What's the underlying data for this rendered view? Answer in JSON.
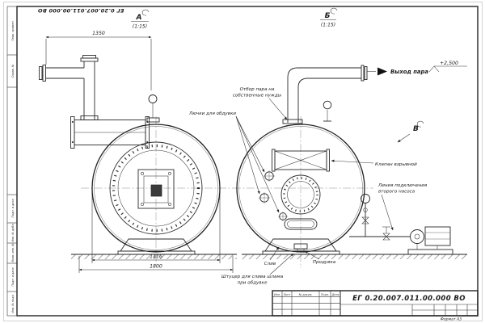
{
  "sheet": {
    "doc_number_flipped": "ЕГ 0.20.007.011.00.000  ВО"
  },
  "views": {
    "a_label": "А",
    "a_scale": "(1:15)",
    "b_label": "Б",
    "b_scale": "(1:15)",
    "v_label": "В"
  },
  "dimensions": {
    "pipe_to_center": "1350",
    "shell_width": "1416",
    "base_width": "1800",
    "steam_outlet_elevation": "+2,500"
  },
  "annotations": {
    "steam_outlet": "Выход пара",
    "own_needs_line1": "Отбор пара на",
    "own_needs_line2": "собственные нужды",
    "blow_hatches": "Лючки для обдувки",
    "explosion_valve": "Клапан взрывной",
    "second_pump_line1": "Линия подключения",
    "second_pump_line2": "второго насоса",
    "drain": "Слив",
    "blowdown": "Продувка",
    "sludge_line1": "Штуцер для слива шлама",
    "sludge_line2": "при обдувке"
  },
  "title_block": {
    "doc_number": "ЕГ 0.20.007.011.00.000  ВО",
    "col_izm": "Изм.",
    "col_list": "Лист",
    "col_doc": "№ докум.",
    "col_podp": "Подп.",
    "col_data": "Дата",
    "format_label": "Формат А3"
  },
  "margin_stamps": {
    "perv_primen": "Перв. примен.",
    "sprav_no": "Справ. №",
    "podp_data_top": "Подп. и дата",
    "inv_dubl": "Инв. № дубл.",
    "vzam_inv": "Взам. инв. №",
    "podp_data_bottom": "Подп. и дата",
    "inv_podl": "Инв. № подл."
  }
}
